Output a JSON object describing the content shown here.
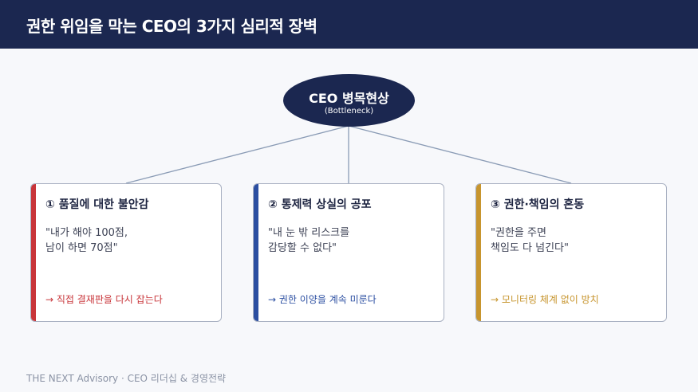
{
  "header": {
    "title": "권한 위임을 막는 CEO의 3가지 심리적 장벽"
  },
  "center": {
    "title": "CEO 병목현상",
    "subtitle": "(Bottleneck)"
  },
  "cards": [
    {
      "title": "① 품질에 대한 불안감",
      "quote": [
        "\"내가 해야 100점,",
        "남이 하면 70점\""
      ],
      "result": "→ 직접 결재판을 다시 잡는다",
      "accent": "#c8353a"
    },
    {
      "title": "② 통제력 상실의 공포",
      "quote": [
        "\"내 눈 밖 리스크를",
        "감당할 수 없다\""
      ],
      "result": "→ 권한 이양을 계속 미룬다",
      "accent": "#2b4ea1"
    },
    {
      "title": "③ 권한·책임의 혼동",
      "quote": [
        "\"권한을 주면",
        "책임도 다 넘긴다\""
      ],
      "result": "→ 모니터링 체계 없이 방치",
      "accent": "#c7952e"
    }
  ],
  "footer": {
    "text": "THE NEXT Advisory  ·  CEO 리더십 & 경영전략"
  },
  "colors": {
    "navy": "#1b2750",
    "connector": "#8a9bb5"
  }
}
